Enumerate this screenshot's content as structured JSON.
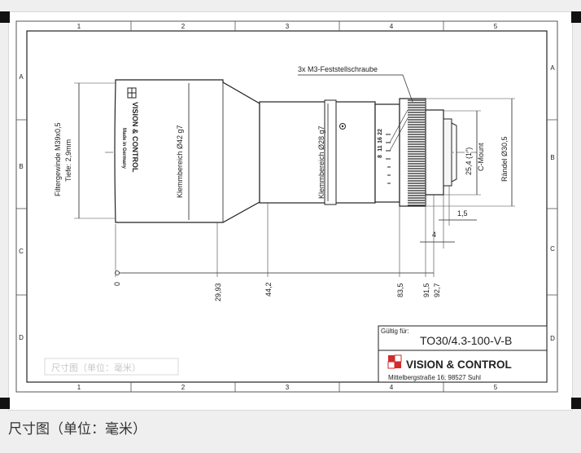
{
  "frame": {
    "columns": [
      "1",
      "2",
      "3",
      "4",
      "5"
    ],
    "rows": [
      "A",
      "B",
      "C",
      "D"
    ]
  },
  "annotations": {
    "screw_note": "3x M3-Feststellschraube",
    "filter_thread_line1": "Filtergewinde M39x0,5",
    "filter_thread_line2": "Tiefe: 2,9mm",
    "clamp_42": "Klemmbereich Ø42 g7",
    "clamp_28": "Klemmbereich Ø28 g7",
    "mount_dim": "25,4 (1\")",
    "mount_name": "C-Mount",
    "knurl": "Rändel Ø30,5",
    "focus_marks": [
      "22",
      "16",
      "11",
      "8"
    ],
    "dim_15": "1,5",
    "dim_4": "4"
  },
  "lens_brand": {
    "line1": "VISION & CONTROL",
    "line2": "Made in Germany"
  },
  "axis_positions": [
    "0",
    "29,93",
    "44,2",
    "83,5",
    "91,5",
    "92,7"
  ],
  "title_block": {
    "valid_label": "Gültig für:",
    "part_number": "TO30/4.3-100-V-B",
    "company": "VISION & CONTROL",
    "address": "Mittelbergstraße 16; 98527 Suhl"
  },
  "watermark": "尺寸图（单位：毫米）",
  "caption": "尺寸图（单位：毫米）",
  "colors": {
    "page_bg": "#efefef",
    "logo_red": "#d32a2a"
  }
}
